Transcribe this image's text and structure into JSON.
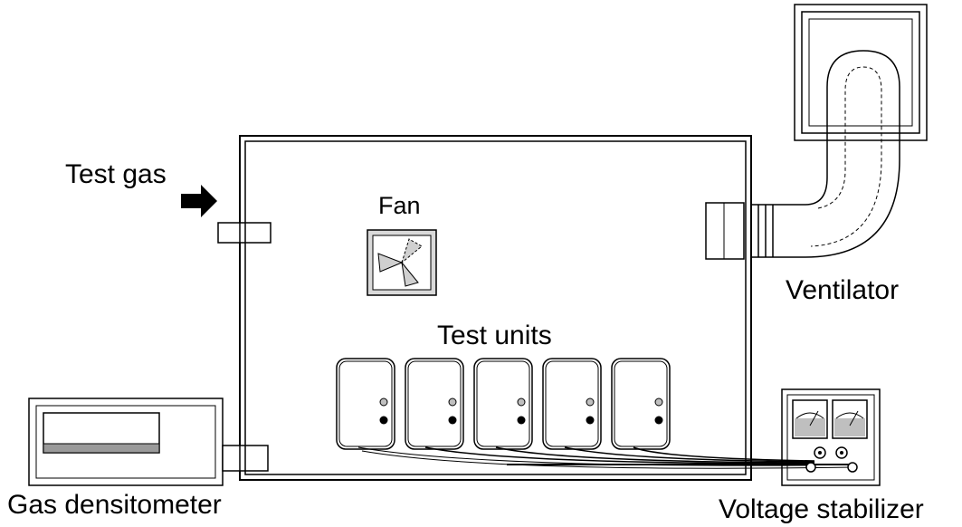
{
  "labels": {
    "test_gas": "Test gas",
    "fan": "Fan",
    "test_units": "Test units",
    "ventilator": "Ventilator",
    "gas_densitometer": "Gas densitometer",
    "voltage_stabilizer": "Voltage stabilizer"
  },
  "test_units": [
    {
      "unit": 1
    },
    {
      "unit": 2
    },
    {
      "unit": 3
    },
    {
      "unit": 4
    },
    {
      "unit": 5
    }
  ],
  "icons": {
    "fan": "fan-icon",
    "arrow": "arrow-right-icon",
    "ventilator": "ventilator-icon",
    "meter": "meter-icon"
  },
  "colors": {
    "stroke": "#000000",
    "fan_fill": "#d9d9d9",
    "panel_gray": "#9a9a9a",
    "dot_light": "#bfbfbf"
  }
}
